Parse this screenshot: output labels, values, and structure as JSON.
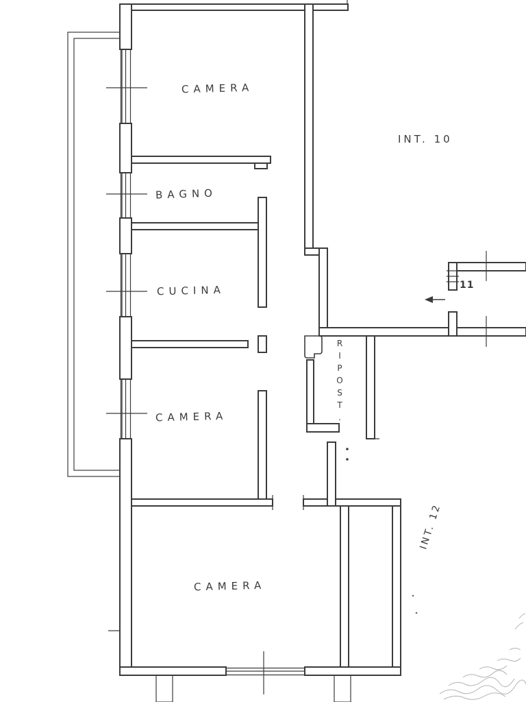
{
  "colors": {
    "ink": "#3b3b3b",
    "paper": "#ffffff"
  },
  "rooms": [
    {
      "id": "camera-1",
      "label": "CAMERA"
    },
    {
      "id": "bagno",
      "label": "BAGNO"
    },
    {
      "id": "cucina",
      "label": "CUCINA"
    },
    {
      "id": "camera-2",
      "label": "CAMERA"
    },
    {
      "id": "camera-3",
      "label": "CAMERA"
    },
    {
      "id": "ripostiglio",
      "label": "RIPOST."
    }
  ],
  "annotations": [
    {
      "id": "int-10",
      "label": "INT. 10"
    },
    {
      "id": "int-12",
      "label": "INT. 12"
    },
    {
      "id": "door-number",
      "label": "11"
    }
  ]
}
